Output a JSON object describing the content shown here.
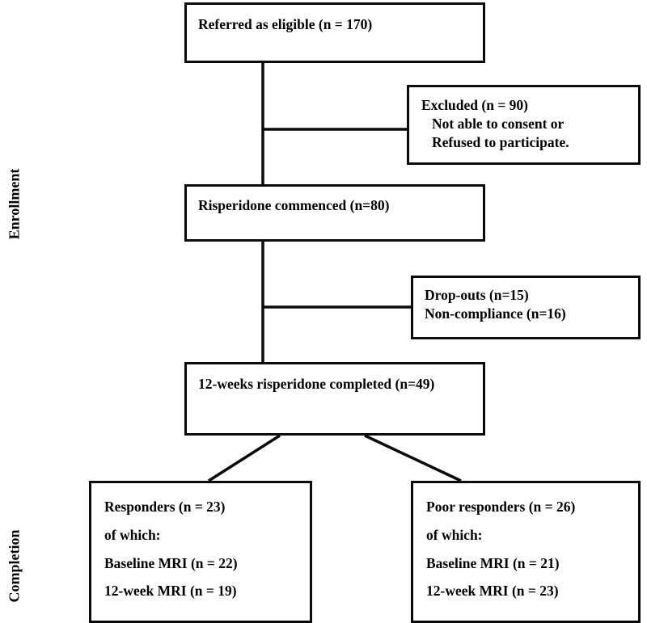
{
  "figure": {
    "type": "consort-flow-diagram",
    "stroke_color": "#0a0a0a",
    "background_color": "#ffffff",
    "text_color": "#000000"
  },
  "phases": [
    {
      "id": "enrollment",
      "label": "Enrollment"
    },
    {
      "id": "completion",
      "label": "Completion"
    }
  ],
  "nodes": {
    "referred": {
      "lines": [
        "Referred as eligible (n = 170)"
      ],
      "count": 170
    },
    "excluded": {
      "lines": [
        "Excluded (n = 90)",
        "Not able to consent or",
        "Refused to participate."
      ],
      "count": 90
    },
    "commenced": {
      "lines": [
        "Risperidone commenced (n=80)"
      ],
      "count": 80
    },
    "dropouts": {
      "lines": [
        "Drop-outs (n=15)",
        "Non-compliance (n=16)"
      ],
      "dropouts_count": 15,
      "noncompliance_count": 16
    },
    "completed": {
      "lines": [
        "12-weeks risperidone completed (n=49)"
      ],
      "count": 49
    },
    "responders": {
      "lines": [
        "Responders (n = 23)",
        "of which:",
        "Baseline MRI (n = 22)",
        "12-week MRI (n = 19)"
      ],
      "count": 23,
      "baseline_mri": 22,
      "week12_mri": 19
    },
    "poor_responders": {
      "lines": [
        "Poor responders (n = 26)",
        "of which:",
        "Baseline MRI (n = 21)",
        "12-week MRI (n = 23)"
      ],
      "count": 26,
      "baseline_mri": 21,
      "week12_mri": 23
    }
  },
  "chart_data": {
    "type": "diagram",
    "title": "",
    "flow": [
      {
        "from": "referred",
        "to": "commenced",
        "style": "vertical"
      },
      {
        "from": "referred",
        "to": "excluded",
        "style": "elbow-right"
      },
      {
        "from": "commenced",
        "to": "completed",
        "style": "vertical"
      },
      {
        "from": "commenced",
        "to": "dropouts",
        "style": "elbow-right"
      },
      {
        "from": "completed",
        "to": "responders",
        "style": "diagonal-left"
      },
      {
        "from": "completed",
        "to": "poor_responders",
        "style": "diagonal-right"
      }
    ]
  }
}
